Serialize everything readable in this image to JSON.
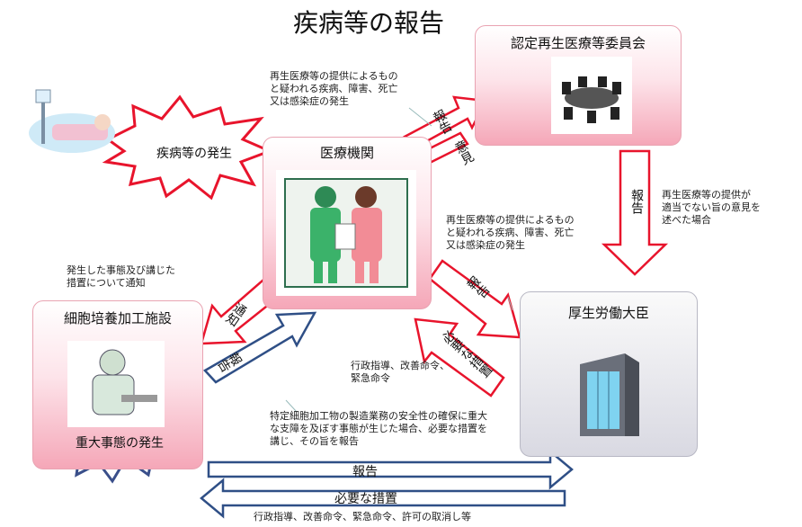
{
  "title": "疾病等の報告",
  "nodes": {
    "committee": "認定再生医療等委員会",
    "medical_institution": "医療機関",
    "cell_facility": "細胞培養加工施設",
    "minister": "厚生労働大臣"
  },
  "bursts": {
    "disease_occurrence": "疾病等の発生",
    "serious_event": "重大事態の発生"
  },
  "arrow_labels": {
    "report_to_committee": "報告",
    "opinion_from_committee": "意見",
    "committee_report_to_minister": "報告",
    "report_to_minister": "報告",
    "measures_from_minister": "必要な措置",
    "notify_facility": "通知",
    "facility_report_to_institution": "報告",
    "bottom_report": "報告",
    "bottom_measures": "必要な措置"
  },
  "notes": {
    "top_suspected": [
      "再生医療等の提供によるもの",
      "と疑われる疾病、障害、死亡",
      "又は感染症の発生"
    ],
    "mid_suspected": [
      "再生医療等の提供によるもの",
      "と疑われる疾病、障害、死亡",
      "又は感染症の発生"
    ],
    "committee_opinion": [
      "再生医療等の提供が",
      "適当でない旨の意見を",
      "述べた場合"
    ],
    "notify_note": [
      "発生した事態及び講じた",
      "措置について通知"
    ],
    "admin_guidance": [
      "行政指導、改善命令、",
      "緊急命令"
    ],
    "serious_report": [
      "特定細胞加工物の製造業務の安全性の確保に重大",
      "な支障を及ぼす事態が生じた場合、必要な措置を",
      "講じ、その旨を報告"
    ],
    "bottom_actions": "行政指導、改善命令、緊急命令、許可の取消し等"
  },
  "colors": {
    "red": "#e8142c",
    "navy": "#2f4f86",
    "pink": "#f7b6c4",
    "grey": "#d5d5dd"
  }
}
